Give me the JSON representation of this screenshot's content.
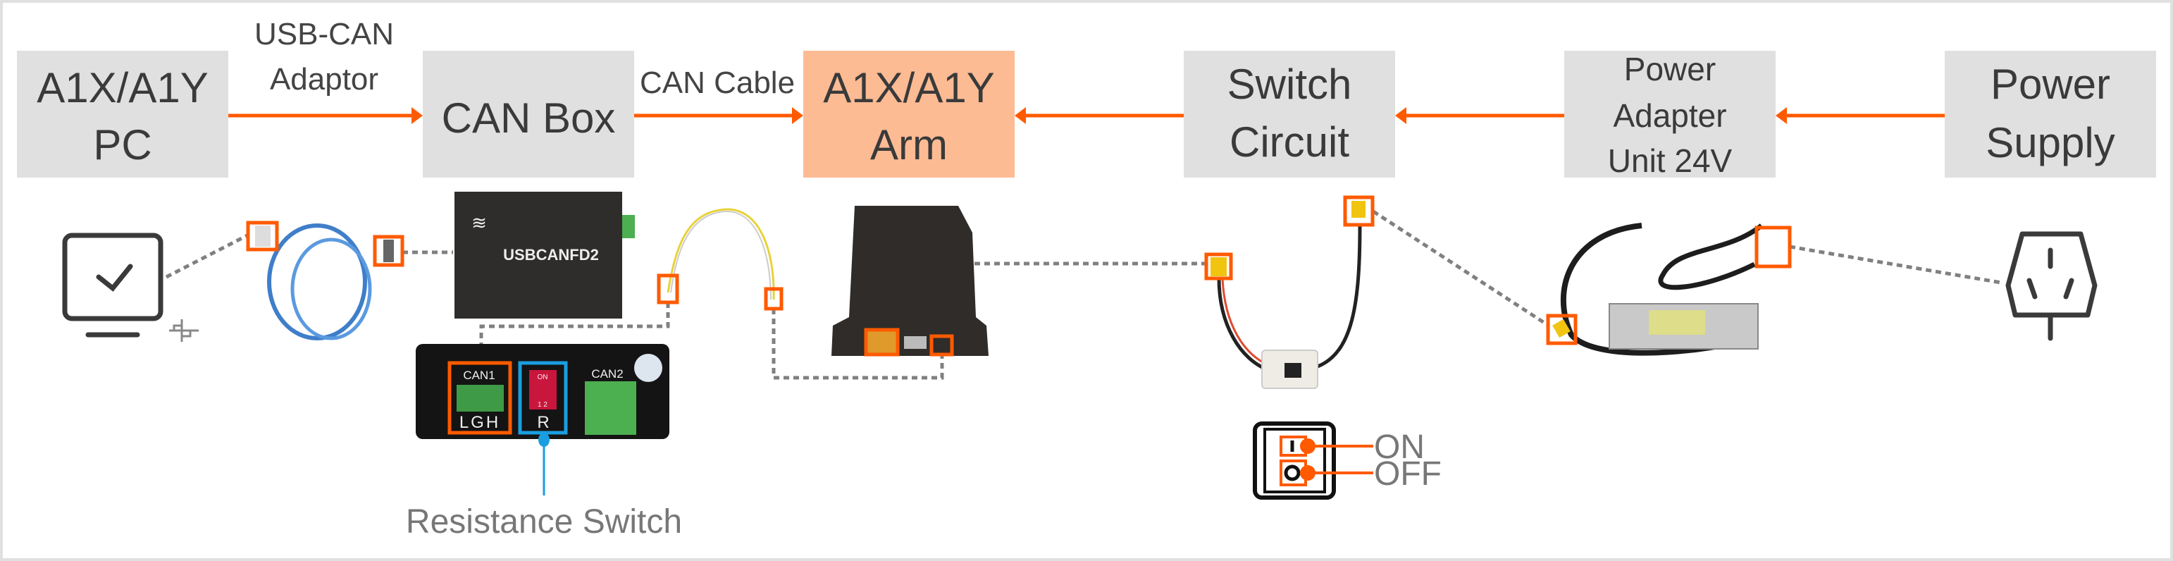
{
  "colors": {
    "accent": "#ff5a00",
    "box": "#e0e0e0",
    "arm_box": "#fdbb94",
    "resistance": "#1a9ee0"
  },
  "blocks": {
    "pc": [
      "A1X/A1Y",
      "PC"
    ],
    "can_box": [
      "CAN Box"
    ],
    "arm": [
      "A1X/A1Y",
      "Arm"
    ],
    "switch": [
      "Switch",
      "Circuit"
    ],
    "adapter": [
      "Power",
      "Adapter",
      "Unit 24V"
    ],
    "supply": [
      "Power",
      "Supply"
    ]
  },
  "links": {
    "usb_can": [
      "USB-CAN",
      "Adaptor"
    ],
    "can_cable": "CAN Cable"
  },
  "device": {
    "model": "USBCANFD2",
    "can1": "CAN1",
    "can2": "CAN2",
    "pins": "LGH",
    "r": "R",
    "dip_on": "ON",
    "dip_nums": "1 2"
  },
  "resistance_label": "Resistance Switch",
  "switch_states": {
    "on": "ON",
    "off": "OFF"
  },
  "icons": [
    "monitor-check-icon",
    "usb-icon",
    "power-plug-icon",
    "rocker-switch-icon"
  ]
}
